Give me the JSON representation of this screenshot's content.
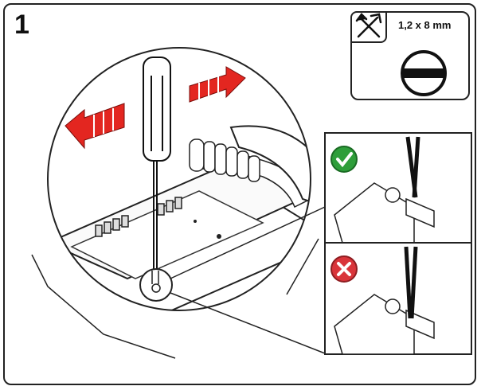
{
  "step": {
    "number": "1"
  },
  "tool": {
    "icon": "tools-icon",
    "size_label": "1,2 x 8 mm",
    "head_icon": "flathead-screwdriver-icon"
  },
  "insets": [
    {
      "status": "correct",
      "icon": "check-icon",
      "color": "#2e9e3a"
    },
    {
      "status": "incorrect",
      "icon": "cross-icon",
      "color": "#d9343a"
    }
  ],
  "arrows": {
    "color": "#e32620",
    "directions": [
      "left",
      "right"
    ]
  }
}
